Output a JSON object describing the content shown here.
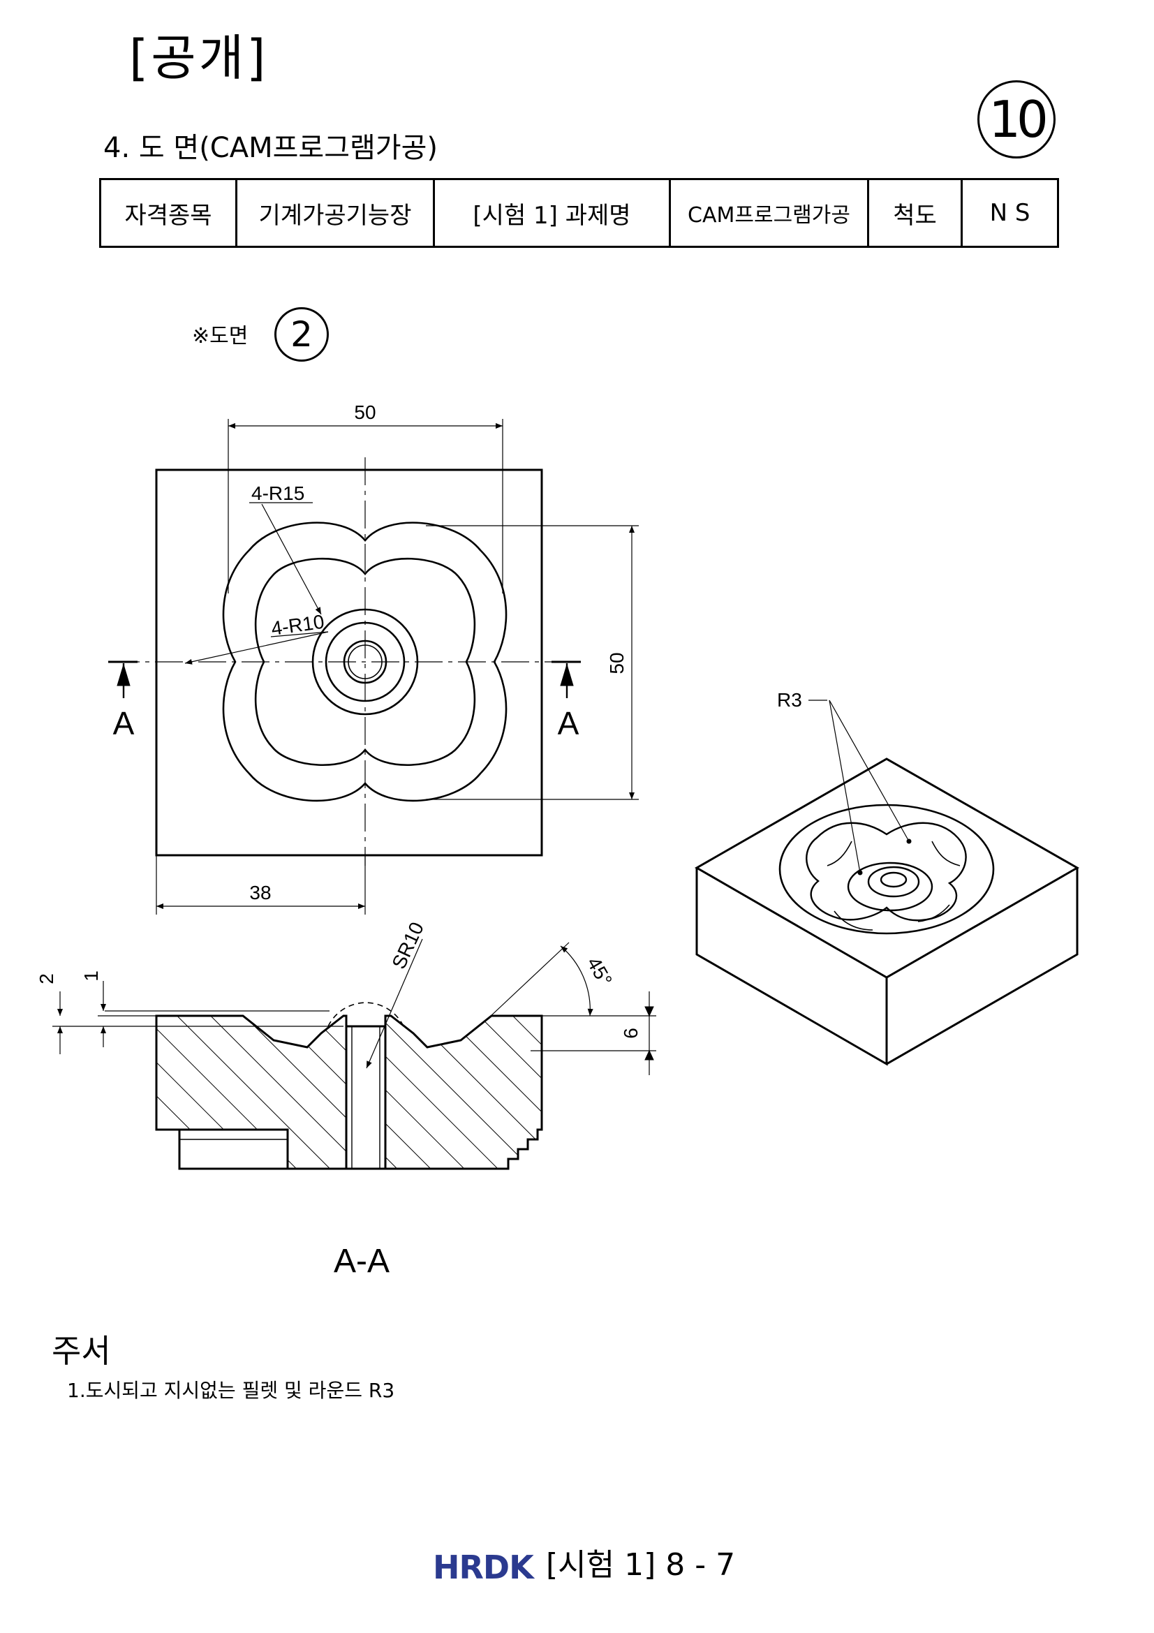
{
  "header": {
    "publication_label": "[공개]",
    "sheet_number": "10",
    "section_title": "4. 도 면(CAM프로그램가공)"
  },
  "info_table": {
    "cells": [
      "자격종목",
      "기계가공기능장",
      "[시험 1] 과제명",
      "CAM프로그램가공",
      "척도",
      "N S"
    ]
  },
  "drawing_ref": {
    "label": "※도면",
    "number": "2"
  },
  "dimensions": {
    "top_width": "50",
    "right_height": "50",
    "bottom_offset": "38",
    "outer_radius": "4-R15",
    "inner_radius": "4-R10",
    "section_arrow": "A",
    "iso_fillet": "R3",
    "sphere_radius": "SR10",
    "chamfer_angle": "45°",
    "depth_6": "6",
    "depth_2": "2",
    "depth_1": "1"
  },
  "section_label": "A-A",
  "notes": {
    "title": "주서",
    "items": [
      "1.도시되고 지시없는 필렛 및 라운드 R3"
    ]
  },
  "footer": {
    "logo": "HRDK",
    "page_text": "[시험 1] 8 - 7",
    "logo_color": "#2b3a8f"
  }
}
